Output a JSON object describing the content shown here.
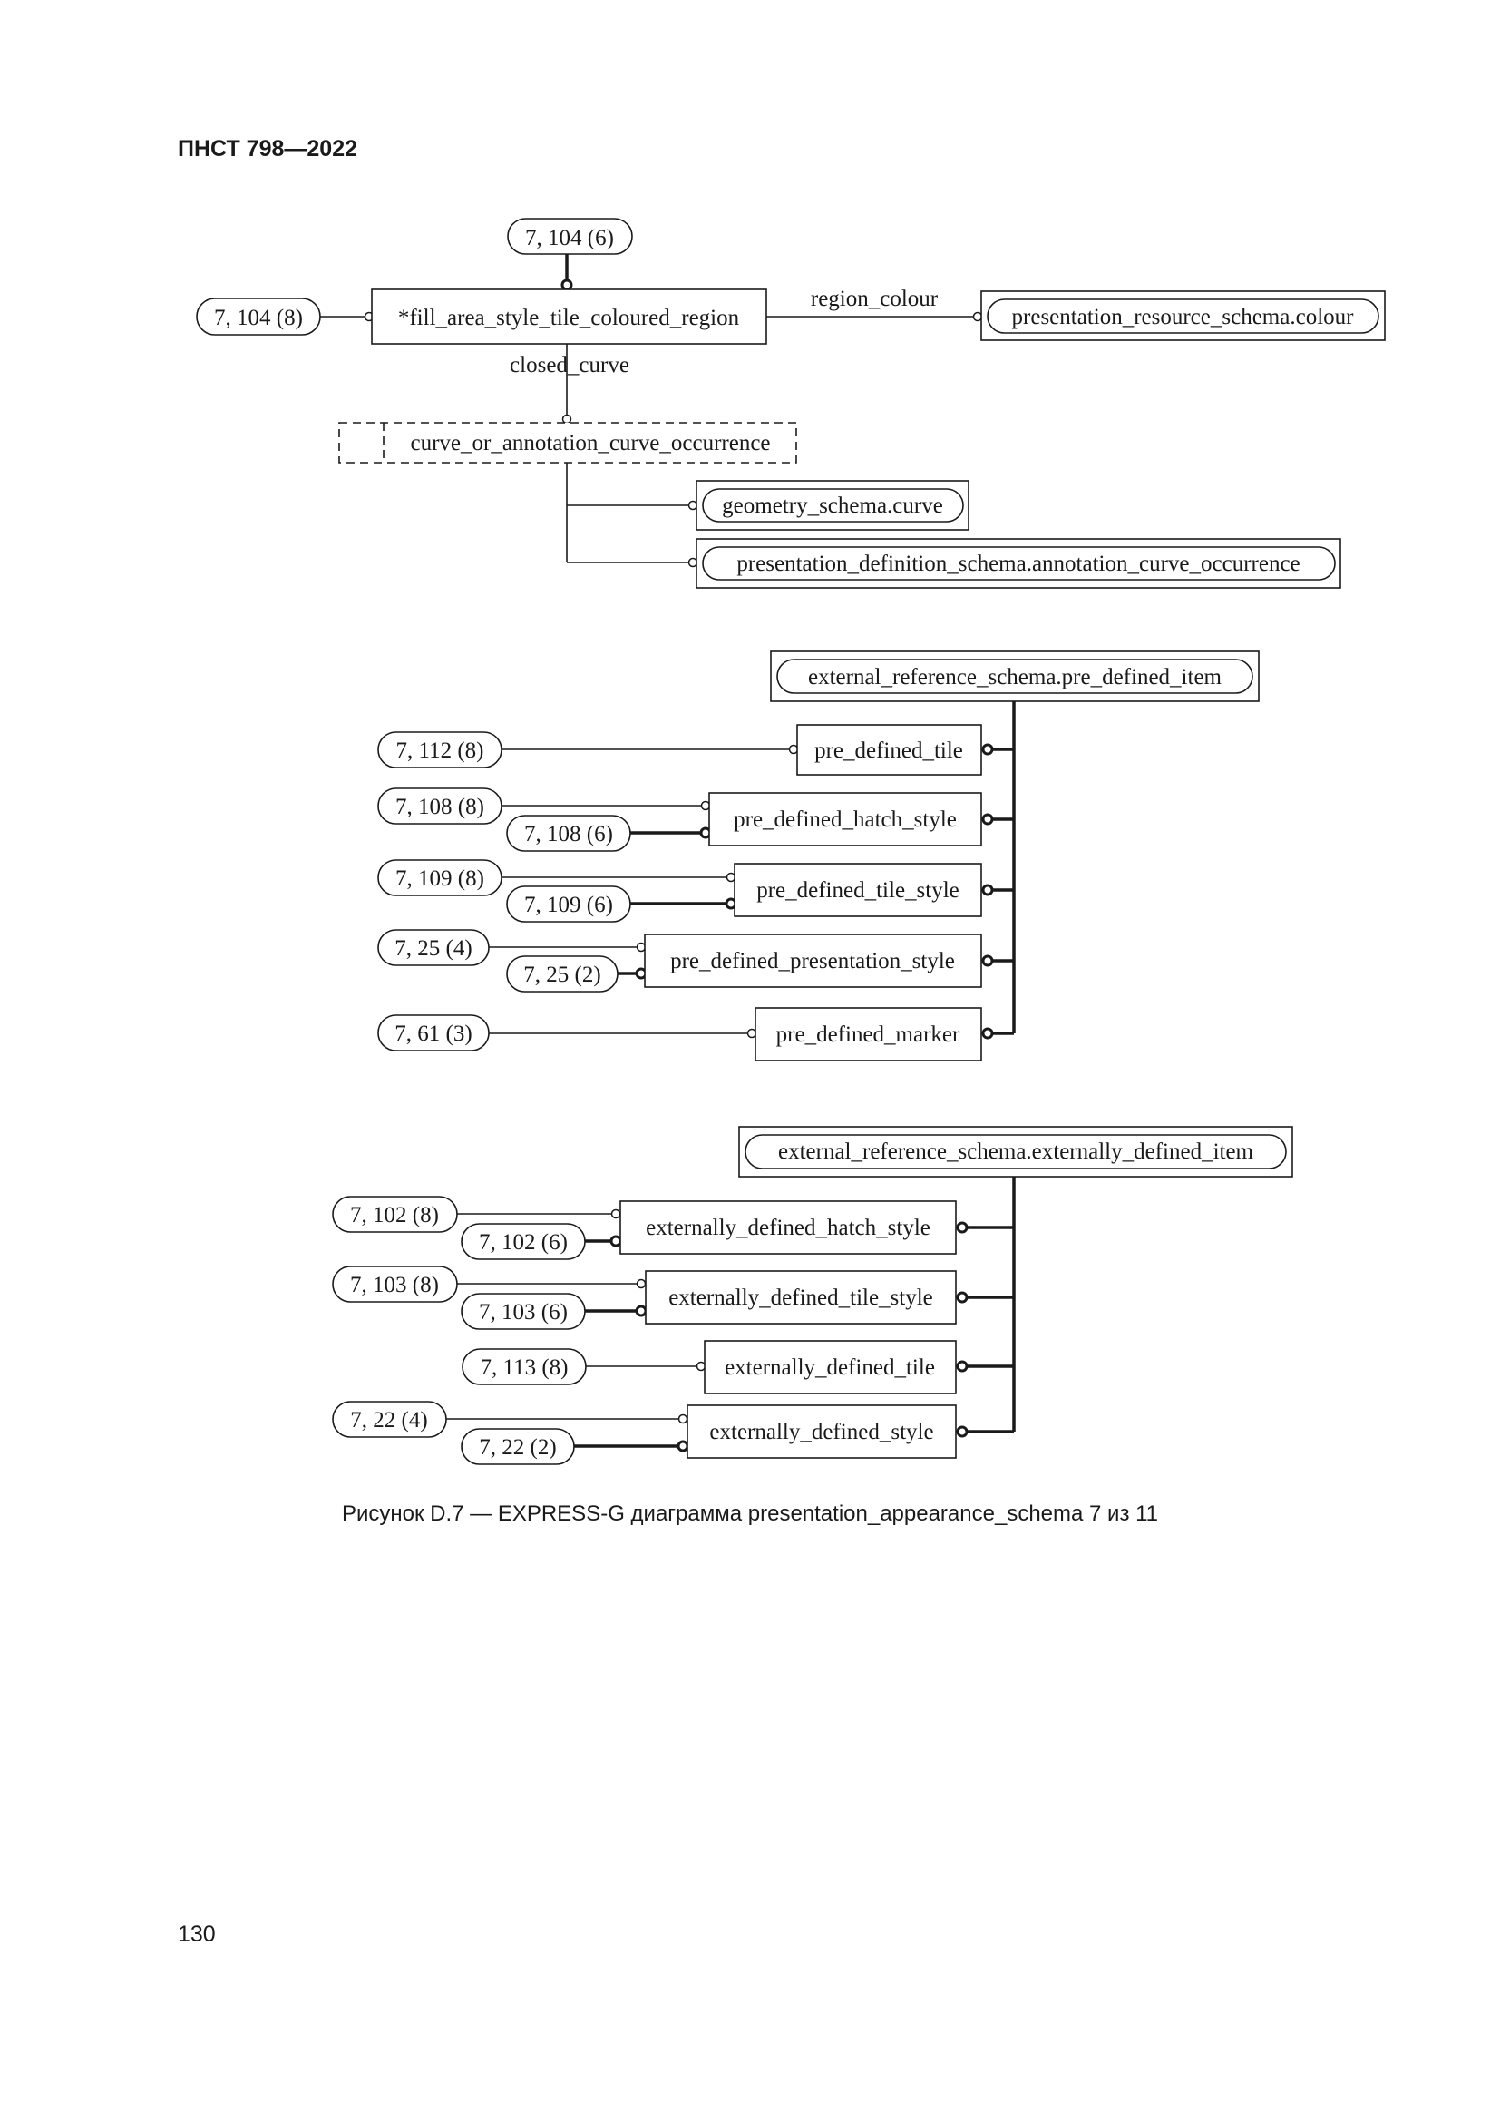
{
  "header": "ПНСТ 798—2022",
  "page_number": "130",
  "caption": "Рисунок D.7 — EXPRESS-G диаграмма presentation_appearance_schema 7 из 11",
  "diagram1": {
    "entity": "*fill_area_style_tile_coloured_region",
    "ref_top": "7, 104 (6)",
    "ref_left": "7, 104 (8)",
    "attr_region_colour": "region_colour",
    "target_colour": "presentation_resource_schema.colour",
    "attr_closed_curve": "closed_curve",
    "select_type": "curve_or_annotation_curve_occurrence",
    "select_item_1": "geometry_schema.curve",
    "select_item_2": "presentation_definition_schema.annotation_curve_occurrence"
  },
  "diagram2": {
    "supertype": "external_reference_schema.pre_defined_item",
    "rows": [
      {
        "entity": "pre_defined_tile",
        "ref_a": "7, 112 (8)",
        "ref_b": ""
      },
      {
        "entity": "pre_defined_hatch_style",
        "ref_a": "7, 108 (8)",
        "ref_b": "7, 108 (6)"
      },
      {
        "entity": "pre_defined_tile_style",
        "ref_a": "7, 109 (8)",
        "ref_b": "7, 109 (6)"
      },
      {
        "entity": "pre_defined_presentation_style",
        "ref_a": "7, 25 (4)",
        "ref_b": "7, 25 (2)"
      },
      {
        "entity": "pre_defined_marker",
        "ref_a": "7, 61 (3)",
        "ref_b": ""
      }
    ]
  },
  "diagram3": {
    "supertype": "external_reference_schema.externally_defined_item",
    "rows": [
      {
        "entity": "externally_defined_hatch_style",
        "ref_a": "7, 102 (8)",
        "ref_b": "7, 102 (6)"
      },
      {
        "entity": "externally_defined_tile_style",
        "ref_a": "7, 103 (8)",
        "ref_b": "7, 103 (6)"
      },
      {
        "entity": "externally_defined_tile",
        "ref_a": "7, 113 (8)",
        "ref_b": ""
      },
      {
        "entity": "externally_defined_style",
        "ref_a": "7, 22 (4)",
        "ref_b": "7, 22 (2)"
      }
    ]
  }
}
